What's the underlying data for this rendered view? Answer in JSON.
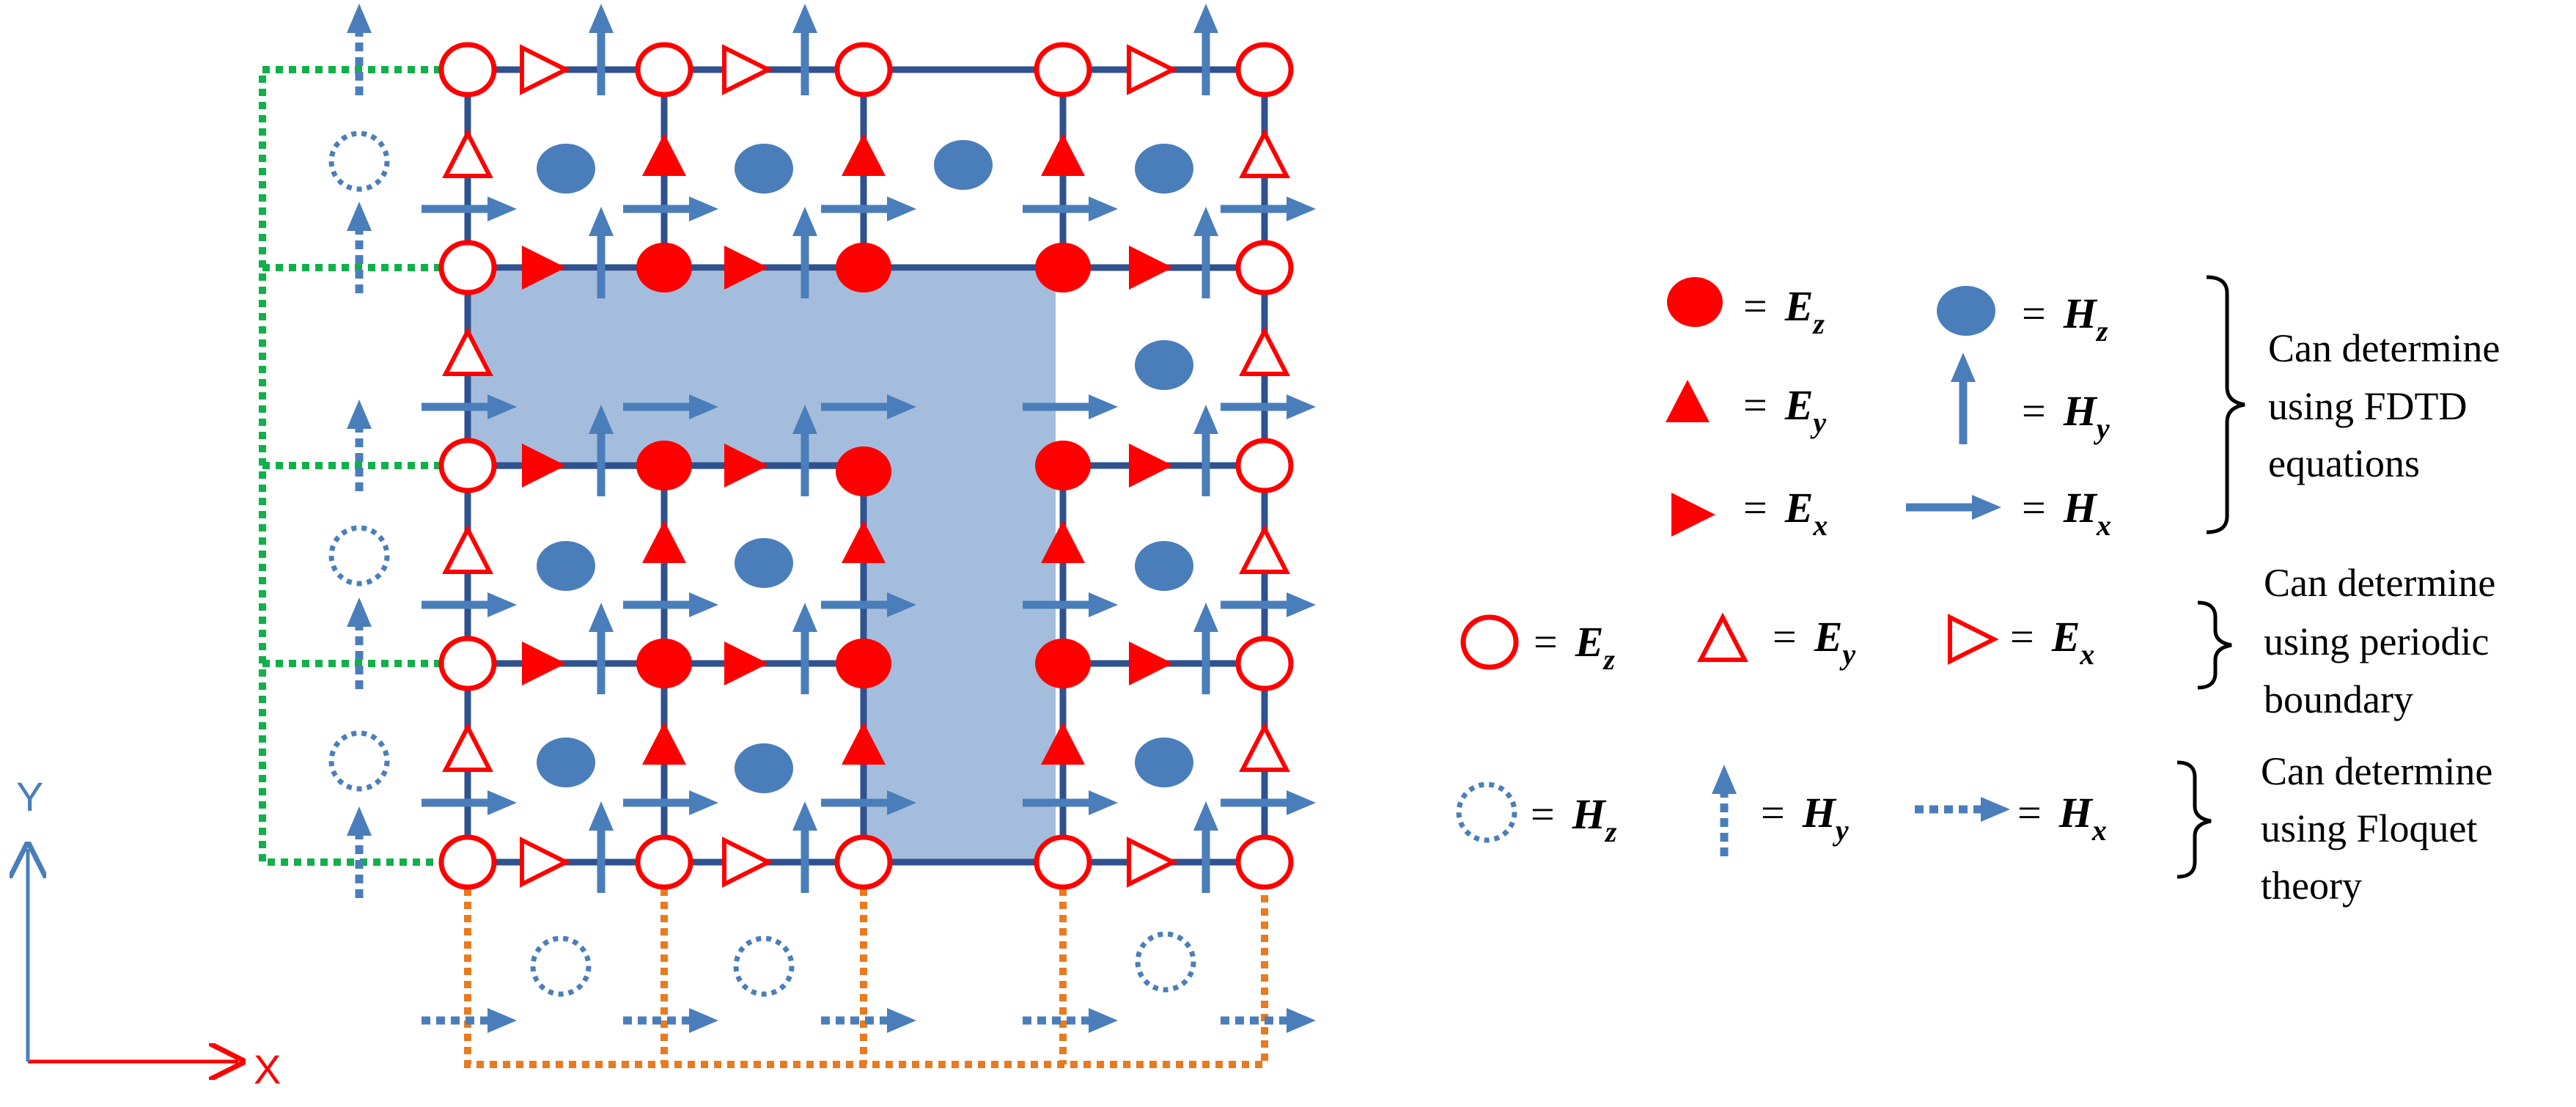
{
  "colors": {
    "grid": "#2F528F",
    "field_red": "#FF0000",
    "field_blue": "#4A7EBB",
    "fill_region": "#A5BDDC",
    "green_boundary": "#11B04A",
    "orange_boundary": "#E97A1E",
    "axis_x": "#FF0000",
    "axis_y": "#4A7EBB"
  },
  "axes": {
    "x_label": "X",
    "y_label": "Y"
  },
  "legend": {
    "group_fdtd": {
      "items": [
        {
          "symbol": "filled-red-circle",
          "eq": "=",
          "var": "E",
          "sub": "z"
        },
        {
          "symbol": "filled-red-triangle-up",
          "eq": "=",
          "var": "E",
          "sub": "y"
        },
        {
          "symbol": "filled-red-triangle-right",
          "eq": "=",
          "var": "E",
          "sub": "x"
        },
        {
          "symbol": "filled-blue-ellipse",
          "eq": "=",
          "var": "H",
          "sub": "z"
        },
        {
          "symbol": "blue-arrow-up",
          "eq": "=",
          "var": "H",
          "sub": "y"
        },
        {
          "symbol": "blue-arrow-right",
          "eq": "=",
          "var": "H",
          "sub": "x"
        }
      ],
      "description": [
        "Can determine",
        "using FDTD",
        "equations"
      ]
    },
    "group_periodic": {
      "items": [
        {
          "symbol": "open-red-circle",
          "eq": "=",
          "var": "E",
          "sub": "z"
        },
        {
          "symbol": "open-red-triangle-up",
          "eq": "=",
          "var": "E",
          "sub": "y"
        },
        {
          "symbol": "open-red-triangle-right",
          "eq": "=",
          "var": "E",
          "sub": "x"
        }
      ],
      "description": [
        "Can determine",
        "using periodic",
        "boundary"
      ]
    },
    "group_floquet": {
      "items": [
        {
          "symbol": "dotted-blue-circle",
          "eq": "=",
          "var": "H",
          "sub": "z"
        },
        {
          "symbol": "dotted-blue-arrow-up",
          "eq": "=",
          "var": "H",
          "sub": "y"
        },
        {
          "symbol": "dotted-blue-arrow-right",
          "eq": "=",
          "var": "H",
          "sub": "x"
        }
      ],
      "description": [
        "Can determine",
        "using Floquet",
        "theory"
      ]
    }
  }
}
